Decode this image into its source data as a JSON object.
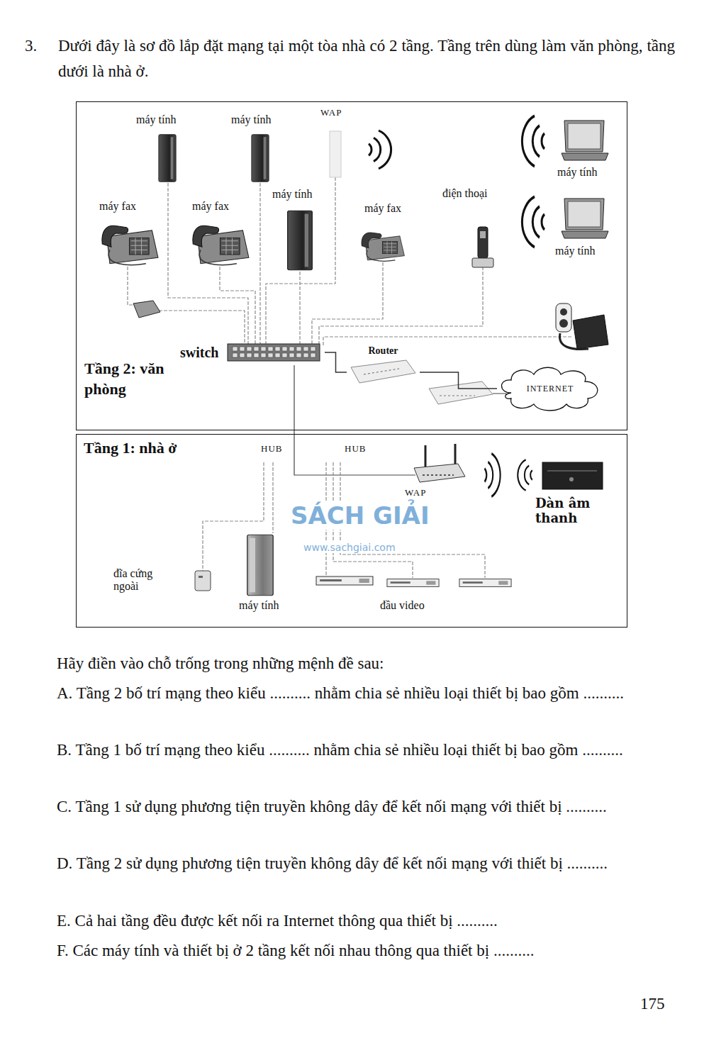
{
  "diagram": {
    "nodes": [
      {
        "text": [
          "Tầng 2: văn phòng"
        ]
      },
      {
        "text": [
          "switch"
        ],
        "in": 0
      },
      {
        "text": [
          "Router"
        ],
        "in": 0
      },
      {
        "text": [
          "INTERNET"
        ],
        "in": 0
      },
      {
        "text": [
          "Tầng 1: nhà ở"
        ]
      }
    ],
    "edges": [
      {
        "from": 1,
        "to": 2,
        "arrow": "none"
      },
      {
        "from": 2,
        "to": 3,
        "arrow": "none"
      }
    ],
    "labels": [
      "3.",
      "Dưới đây là sơ đồ lắp đặt mạng tại một tòa nhà có 2 tầng. Tầng trên dùng làm văn phòng, tầng dưới là nhà ở.",
      "máy tính",
      "máy tính",
      "WAP",
      "máy tính",
      "máy fax",
      "máy fax",
      "máy tính",
      "máy fax",
      "điện thoại",
      "máy tính",
      "HUB",
      "HUB",
      "WAP",
      "Dàn âm thanh",
      "SÁCH GIẢI",
      "www.sachgiai.com",
      "đĩa cứng ngoài",
      "máy tính",
      "đầu video",
      "Hãy điền vào chỗ trống trong những mệnh đề sau:",
      "A. Tầng 2 bố trí mạng theo kiểu .......... nhằm chia sẻ nhiều loại thiết bị bao gồm ..........",
      "B. Tầng 1 bố trí mạng theo kiểu .......... nhằm chia sẻ nhiều loại thiết bị bao gồm ..........",
      "C. Tầng 1 sử dụng phương tiện truyền không dây để kết nối mạng với thiết bị ..........",
      "D. Tầng 2 sử dụng phương tiện truyền không dây để kết nối mạng với thiết bị ..........",
      "E. Cả hai tầng đều được kết nối ra Internet thông qua thiết bị ..........",
      "F. Các máy tính và thiết bị ở 2 tầng kết nối nhau thông qua thiết bị ..........",
      "175"
    ]
  }
}
